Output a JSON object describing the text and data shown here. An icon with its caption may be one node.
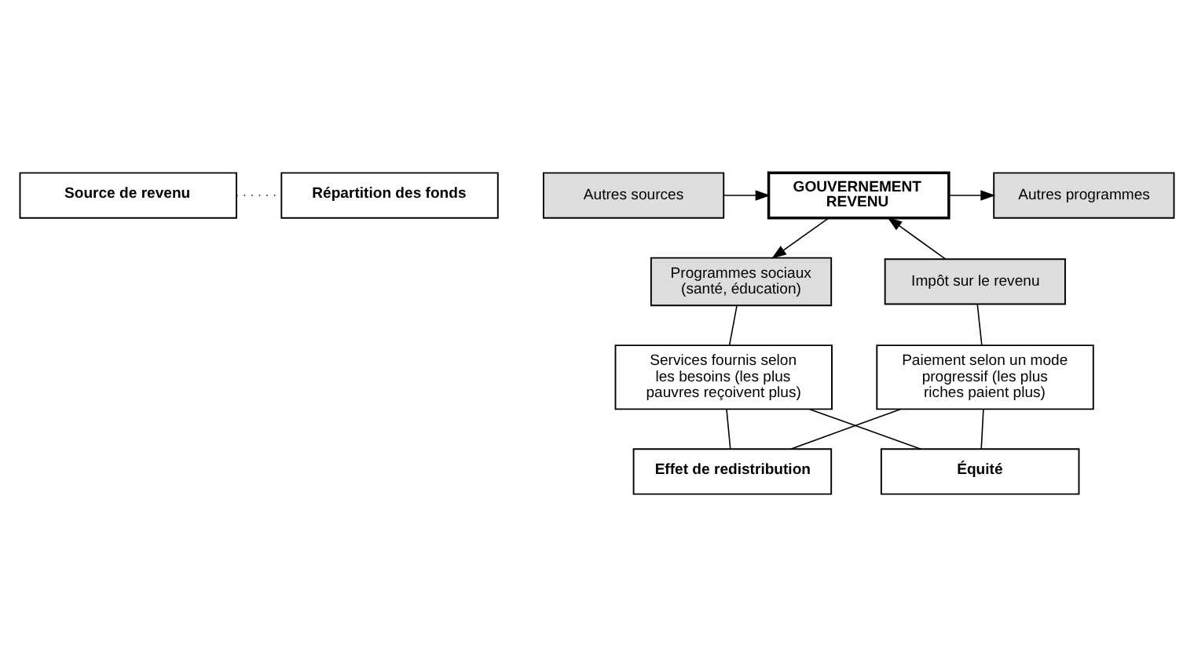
{
  "diagram": {
    "nodes": [
      {
        "text": [
          "Source de revenu"
        ]
      },
      {
        "text": [
          "Répartition des fonds"
        ]
      },
      {
        "text": [
          "Autres sources"
        ]
      },
      {
        "text": [
          "Impôt sur le revenu"
        ]
      },
      {
        "text": [
          "GOUVERNEMENT REVENU"
        ]
      },
      {
        "text": [
          "Autres programmes"
        ]
      },
      {
        "text": [
          "Programmes sociaux (santé, éducation)"
        ]
      },
      {
        "text": [
          "Effet de redistribution"
        ]
      },
      {
        "text": [
          "Paiement selon un mode progressif (les plus riches paient plus)"
        ]
      },
      {
        "text": [
          "Services fournis selon les besoins (les plus pauvres reçoivent plus)"
        ]
      },
      {
        "text": [
          "Équité"
        ]
      }
    ],
    "edges": [
      {
        "from": 0,
        "to": 1,
        "arrow": "none",
        "style": "dashed"
      },
      {
        "from": 2,
        "to": 4,
        "arrow": "to"
      },
      {
        "from": 3,
        "to": 4,
        "arrow": "to"
      },
      {
        "from": 4,
        "to": 5,
        "arrow": "to"
      },
      {
        "from": 4,
        "to": 6,
        "arrow": "to"
      },
      {
        "from": 3,
        "to": 8,
        "arrow": "none"
      },
      {
        "from": 6,
        "to": 9,
        "arrow": "none"
      },
      {
        "from": 8,
        "to": 7,
        "arrow": "none"
      },
      {
        "from": 7,
        "to": 9,
        "arrow": "none"
      },
      {
        "from": 8,
        "to": 10,
        "arrow": "none"
      },
      {
        "from": 9,
        "to": 10,
        "arrow": "none"
      }
    ]
  }
}
